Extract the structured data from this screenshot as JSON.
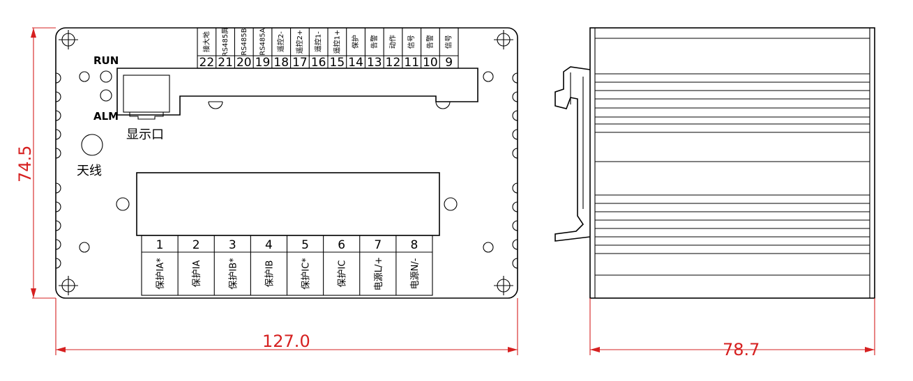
{
  "dimensions": {
    "height": "74.5",
    "width": "127.0",
    "depth": "78.7"
  },
  "indicators": {
    "run": "RUN",
    "alm": "ALM"
  },
  "port_label": "显示口",
  "antenna_label": "天线",
  "top_terminals": [
    {
      "number": "22",
      "label": "接大地"
    },
    {
      "number": "21",
      "label": "RS485屏"
    },
    {
      "number": "20",
      "label": "RS485B"
    },
    {
      "number": "19",
      "label": "RS485A"
    },
    {
      "number": "18",
      "label": "遥控2-"
    },
    {
      "number": "17",
      "label": "遥控2+"
    },
    {
      "number": "16",
      "label": "遥控1-"
    },
    {
      "number": "15",
      "label": "遥控1+"
    },
    {
      "number": "14",
      "label": "保护"
    },
    {
      "number": "13",
      "label": "告警"
    },
    {
      "number": "12",
      "label": "动作"
    },
    {
      "number": "11",
      "label": "信号"
    },
    {
      "number": "10",
      "label": "告警"
    },
    {
      "number": "9",
      "label": "信号"
    }
  ],
  "bottom_terminals": [
    {
      "number": "1",
      "label": "保护IA*"
    },
    {
      "number": "2",
      "label": "保护IA"
    },
    {
      "number": "3",
      "label": "保护IB*"
    },
    {
      "number": "4",
      "label": "保护IB"
    },
    {
      "number": "5",
      "label": "保护IC*"
    },
    {
      "number": "6",
      "label": "保护IC"
    },
    {
      "number": "7",
      "label": "电源L/+"
    },
    {
      "number": "8",
      "label": "电源N/-"
    }
  ]
}
